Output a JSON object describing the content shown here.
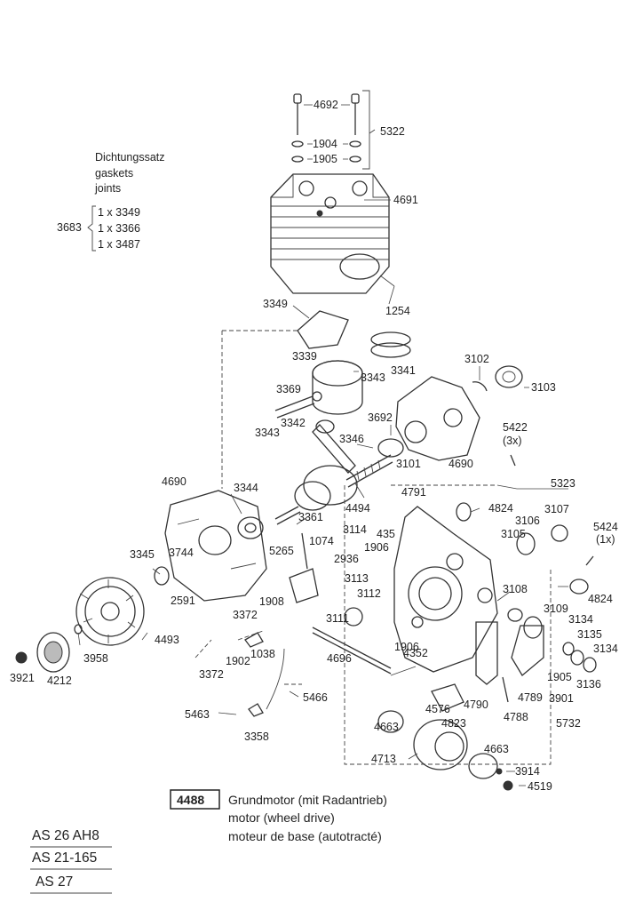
{
  "gasket_set": {
    "title_lines": [
      "Dichtungssatz",
      "gaskets",
      "joints"
    ],
    "ref": "3683",
    "items": [
      "1 x 3349",
      "1 x 3366",
      "1 x 3487"
    ]
  },
  "part_labels": {
    "p4692": "4692",
    "p5322": "5322",
    "p1904": "1904",
    "p1905a": "1905",
    "p4691": "4691",
    "p1254": "1254",
    "p3349": "3349",
    "p3339": "3339",
    "p3341": "3341",
    "p3343a": "3343",
    "p3102": "3102",
    "p3103": "3103",
    "p3369": "3369",
    "p3343b": "3343",
    "p3342": "3342",
    "p3692": "3692",
    "p3346": "3346",
    "p5422": "5422",
    "p5422q": "(3x)",
    "p3101": "3101",
    "p4690a": "4690",
    "p4690b": "4690",
    "p3344a": "3344",
    "p4791": "4791",
    "p5323": "5323",
    "p4494": "4494",
    "p4824a": "4824",
    "p3107": "3107",
    "p3106": "3106",
    "p5424": "5424",
    "p5424q": "(1x)",
    "p3361": "3361",
    "p435": "435",
    "p3114": "3114",
    "p1906a": "1906",
    "p3105": "3105",
    "p1074": "1074",
    "p3345": "3345",
    "p3744": "3744",
    "p5265": "5265",
    "p2936": "2936",
    "p3113": "3113",
    "p3108": "3108",
    "p4824b": "4824",
    "p2591": "2591",
    "p1908": "1908",
    "p3112": "3112",
    "p3109": "3109",
    "p3134a": "3134",
    "p3372a": "3372",
    "p3111": "3111",
    "p3135": "3135",
    "p3134b": "3134",
    "p4493": "4493",
    "p1906b": "1906",
    "p4352": "4352",
    "p1902": "1902",
    "p1038": "1038",
    "p4696": "4696",
    "p3958": "3958",
    "p3372b": "3372",
    "p1905b": "1905",
    "p3136": "3136",
    "p3921": "3921",
    "p4212": "4212",
    "p4789": "4789",
    "p3901": "3901",
    "p5466": "5466",
    "p4790": "4790",
    "p4576": "4576",
    "p4788": "4788",
    "p5463": "5463",
    "p4823": "4823",
    "p5732": "5732",
    "p4663a": "4663",
    "p3358": "3358",
    "p4663b": "4663",
    "p4713": "4713",
    "p3914": "3914",
    "p4519": "4519"
  },
  "caption": {
    "code": "4488",
    "line1": "Grundmotor (mit Radantrieb)",
    "line2": "motor (wheel drive)",
    "line3": "moteur de base (autotracté)"
  },
  "models": [
    "AS 26 AH8",
    "AS 21-165",
    "AS 27"
  ]
}
